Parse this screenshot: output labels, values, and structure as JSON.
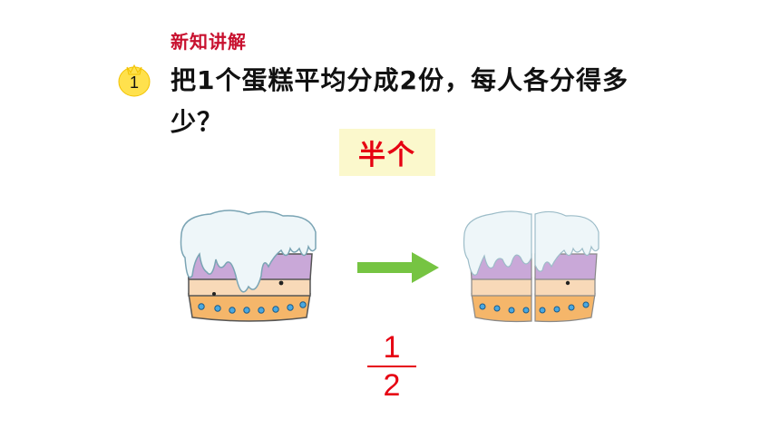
{
  "section_title": "新知讲解",
  "badge": {
    "number": "1",
    "icon": "chick-icon"
  },
  "question": "把1个蛋糕平均分成2份，每人各分得多少？",
  "answer": "半个",
  "fraction": {
    "numerator": "1",
    "denominator": "2"
  },
  "colors": {
    "title_red": "#c8102e",
    "answer_red": "#e60012",
    "answer_bg": "#fbf8cc",
    "arrow_green": "#76c442",
    "cream": "#e8f3f7",
    "purple_layer": "#c9a8d8",
    "peach_layer": "#f8d9b8",
    "orange_layer": "#f5b66a",
    "dot_blue": "#4aa8e0"
  }
}
